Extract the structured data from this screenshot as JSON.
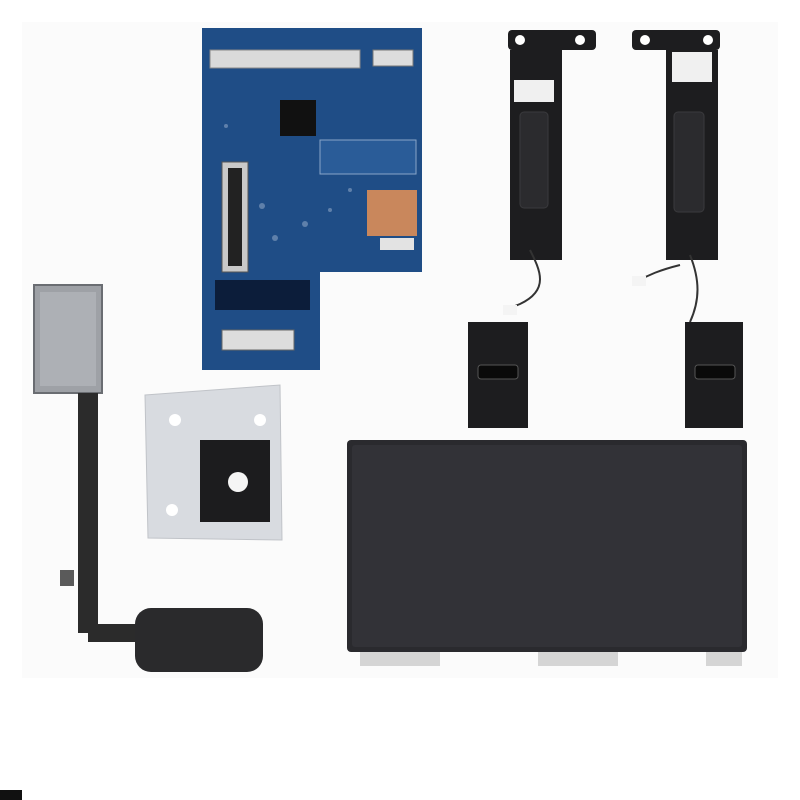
{
  "image": {
    "kind": "product photo",
    "background": "#ffffff",
    "items": [
      {
        "name": "blue-circuit-board",
        "color": "#1f4d86"
      },
      {
        "name": "speaker-left",
        "color": "#1d1d1f"
      },
      {
        "name": "speaker-right",
        "color": "#1d1d1f"
      },
      {
        "name": "fingerprint-sensor-flex-cable",
        "color": "#2a2a2a"
      },
      {
        "name": "metal-bracket-with-pad",
        "color": "#d8dbe0"
      },
      {
        "name": "touchpad-panel",
        "color": "#2a2a2e"
      }
    ]
  }
}
